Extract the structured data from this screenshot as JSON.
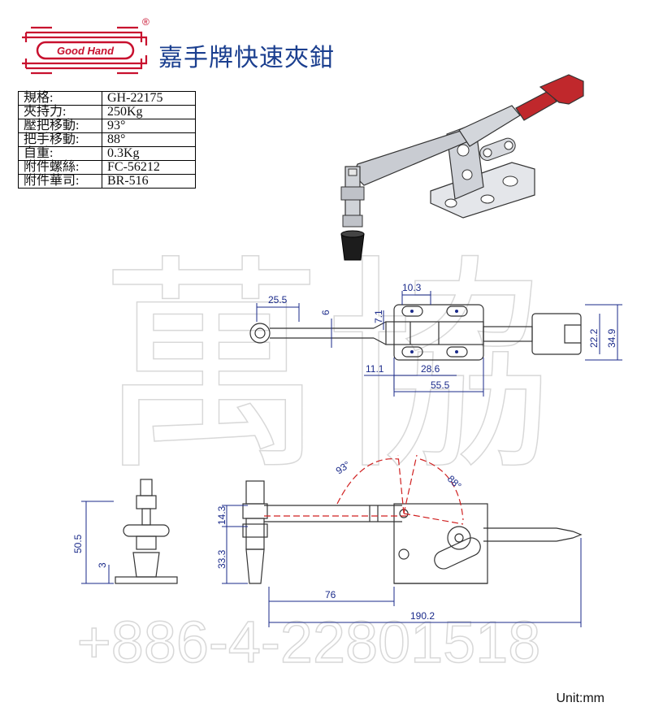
{
  "logo": {
    "text": "Good Hand",
    "registered_mark": "®"
  },
  "header": {
    "title": "嘉手牌快速夾鉗"
  },
  "specs": [
    {
      "label": "規格:",
      "value": "GH-22175"
    },
    {
      "label": "夾持力:",
      "value": "250Kg"
    },
    {
      "label": "壓把移動:",
      "value": "93°"
    },
    {
      "label": "把手移動:",
      "value": "88°"
    },
    {
      "label": "自重:",
      "value": "0.3Kg"
    },
    {
      "label": "附件螺絲:",
      "value": "FC-56212"
    },
    {
      "label": "附件華司:",
      "value": "BR-516"
    }
  ],
  "watermark": {
    "chars": "萬協",
    "phone": "+886-4-22801518"
  },
  "dimensions": {
    "top_view": {
      "d1": "25.5",
      "d2": "6",
      "d3": "10.3",
      "d4": "7.1",
      "d5": "11.1",
      "d6": "28.6",
      "d7": "55.5",
      "d8": "22.2",
      "d9": "34.9"
    },
    "side_view": {
      "angle1": "93°",
      "angle2": "88°",
      "h1": "14.3",
      "h2": "33.3",
      "len1": "76",
      "len2": "190.2"
    },
    "end_view": {
      "h1": "50.5",
      "h2": "3"
    }
  },
  "colors": {
    "brand_red": "#c8102e",
    "title_blue": "#1b3f8f",
    "handle_red": "#c0282c",
    "dim_blue": "#1a2a8a",
    "arc_red": "#d02020"
  },
  "unit": "Unit:mm"
}
